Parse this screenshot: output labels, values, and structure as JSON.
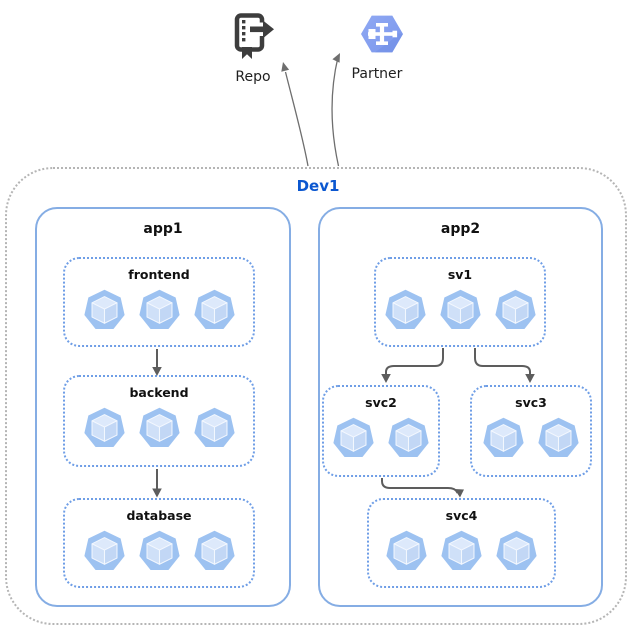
{
  "external": {
    "repo": {
      "label": "Repo"
    },
    "partner": {
      "label": "Partner"
    }
  },
  "boundary": {
    "label": "Dev1"
  },
  "apps": [
    {
      "id": "app1",
      "label": "app1",
      "clusters": [
        {
          "id": "frontend",
          "label": "frontend",
          "pods": 3
        },
        {
          "id": "backend",
          "label": "backend",
          "pods": 3
        },
        {
          "id": "database",
          "label": "database",
          "pods": 3
        }
      ]
    },
    {
      "id": "app2",
      "label": "app2",
      "clusters": [
        {
          "id": "sv1",
          "label": "sv1",
          "pods": 3
        },
        {
          "id": "svc2",
          "label": "svc2",
          "pods": 2
        },
        {
          "id": "svc3",
          "label": "svc3",
          "pods": 2
        },
        {
          "id": "svc4",
          "label": "svc4",
          "pods": 3
        }
      ]
    }
  ],
  "edges": [
    {
      "from": "Dev1",
      "to": "Repo"
    },
    {
      "from": "Dev1",
      "to": "Partner"
    },
    {
      "from": "frontend",
      "to": "backend"
    },
    {
      "from": "backend",
      "to": "database"
    },
    {
      "from": "sv1",
      "to": "svc2"
    },
    {
      "from": "sv1",
      "to": "svc3"
    },
    {
      "from": "svc2",
      "to": "svc4"
    }
  ],
  "colors": {
    "boundary_border": "#b5b5b5",
    "app_border": "#85ade4",
    "cluster_border": "#6f9ee6",
    "dev1_label": "#0b57d0",
    "edge": "#5d5d5d",
    "pod_fill": "#9dc2f1",
    "partner_hex": "#809cf0",
    "repo_icon": "#3d3d3d"
  }
}
